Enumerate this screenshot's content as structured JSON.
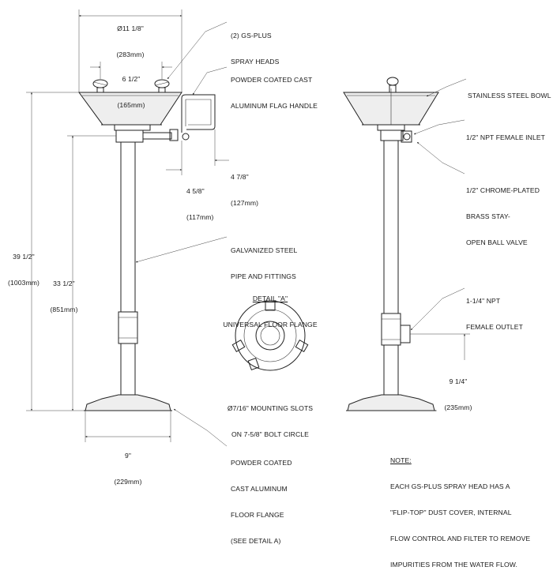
{
  "dimensions": {
    "bowl_diameter": {
      "imperial": "Ø11 1/8\"",
      "metric": "(283mm)"
    },
    "head_spacing": {
      "imperial": "6 1/2\"",
      "metric": "(165mm)"
    },
    "handle_offset": {
      "imperial": "4 7/8\"",
      "metric": "(127mm)"
    },
    "inlet_offset": {
      "imperial": "4 5/8\"",
      "metric": "(117mm)"
    },
    "overall_height": {
      "imperial": "39 1/2\"",
      "metric": "(1003mm)"
    },
    "inlet_height": {
      "imperial": "33 1/2\"",
      "metric": "(851mm)"
    },
    "flange_diameter": {
      "imperial": "9\"",
      "metric": "(229mm)"
    },
    "outlet_height": {
      "imperial": "9 1/4\"",
      "metric": "(235mm)"
    }
  },
  "callouts": {
    "spray_heads": [
      "(2) GS-PLUS",
      "SPRAY HEADS"
    ],
    "flag_handle": [
      "POWDER COATED CAST",
      "ALUMINUM FLAG HANDLE"
    ],
    "pipe": [
      "GALVANIZED STEEL",
      "PIPE AND FITTINGS"
    ],
    "floor_flange": [
      "POWDER COATED",
      "CAST ALUMINUM",
      "FLOOR FLANGE",
      "(SEE DETAIL A)"
    ],
    "bowl": [
      "STAINLESS STEEL BOWL"
    ],
    "inlet": [
      "1/2\" NPT FEMALE INLET"
    ],
    "valve": [
      "1/2\" CHROME-PLATED",
      "BRASS STAY-",
      "OPEN BALL VALVE"
    ],
    "outlet": [
      "1-1/4\" NPT",
      "FEMALE OUTLET"
    ]
  },
  "detail": {
    "title": "DETAIL \"A\"",
    "subtitle": "UNIVERSAL FLOOR FLANGE",
    "caption": [
      "Ø7/16\" MOUNTING SLOTS",
      "ON 7-5/8\" BOLT CIRCLE"
    ]
  },
  "note": {
    "title": "NOTE:",
    "lines": [
      "EACH GS-PLUS SPRAY HEAD HAS A",
      "\"FLIP-TOP\" DUST COVER, INTERNAL",
      "FLOW CONTROL AND FILTER TO REMOVE",
      "IMPURITIES FROM THE WATER FLOW."
    ]
  }
}
